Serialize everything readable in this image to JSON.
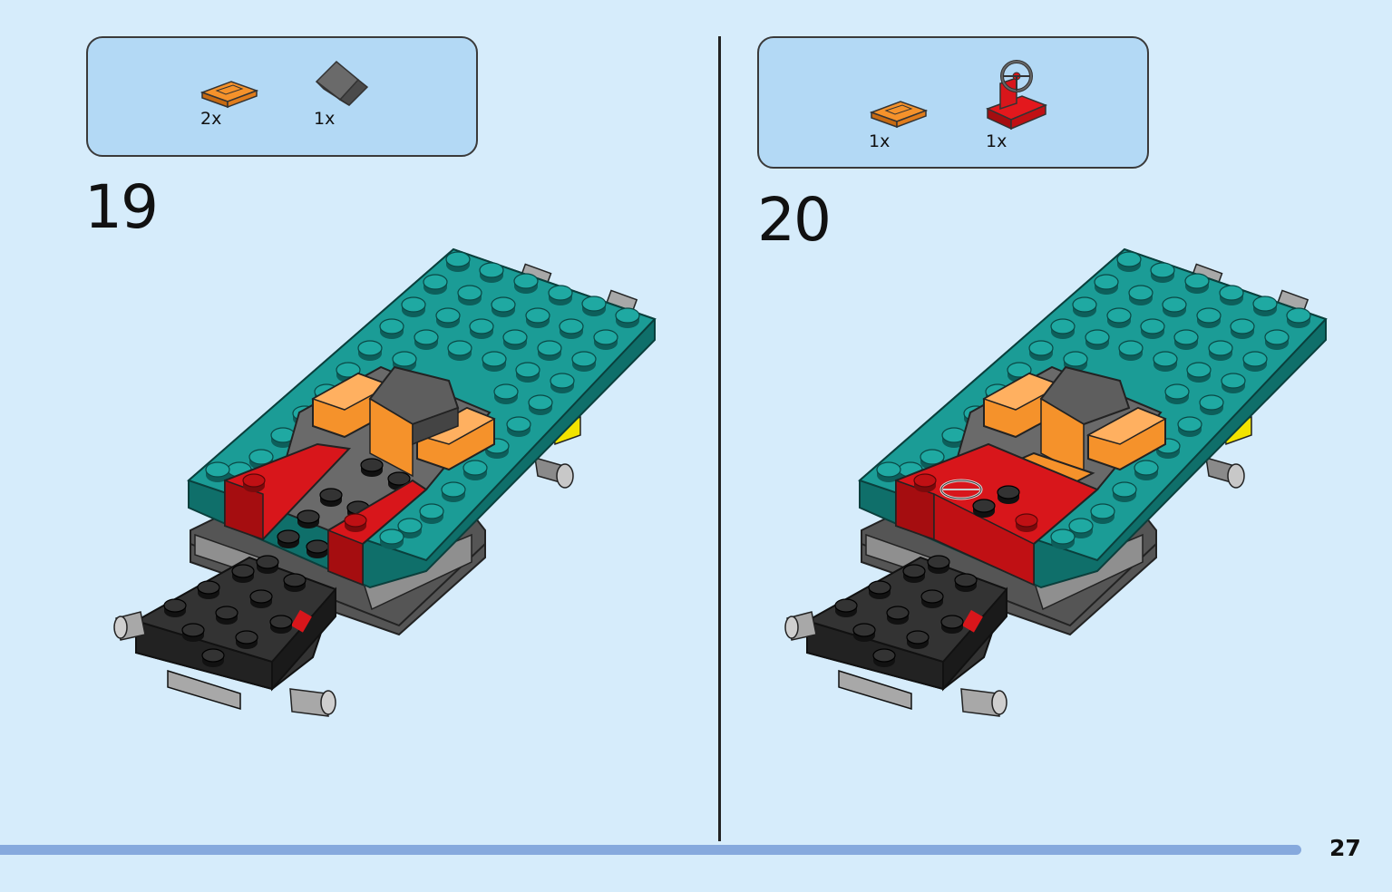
{
  "page": {
    "number": "27"
  },
  "steps": [
    {
      "number": "19",
      "parts": [
        {
          "qty": "2x",
          "icon": "orange-tile-1x2-with-groove"
        },
        {
          "qty": "1x",
          "icon": "dark-gray-slope-2x2"
        }
      ]
    },
    {
      "number": "20",
      "parts": [
        {
          "qty": "1x",
          "icon": "orange-tile-1x2-with-groove"
        },
        {
          "qty": "1x",
          "icon": "red-steering-wheel-plate"
        }
      ]
    }
  ],
  "colors": {
    "background": "#d6ecfb",
    "parts_box": "#b3d9f5",
    "teal": "#1b9c96",
    "red": "#d8161b",
    "orange": "#f5922b",
    "dark_gray": "#5e5e5e",
    "black": "#2a2a2a",
    "light_gray": "#a8a8a8",
    "bar": "#86a9dd"
  }
}
